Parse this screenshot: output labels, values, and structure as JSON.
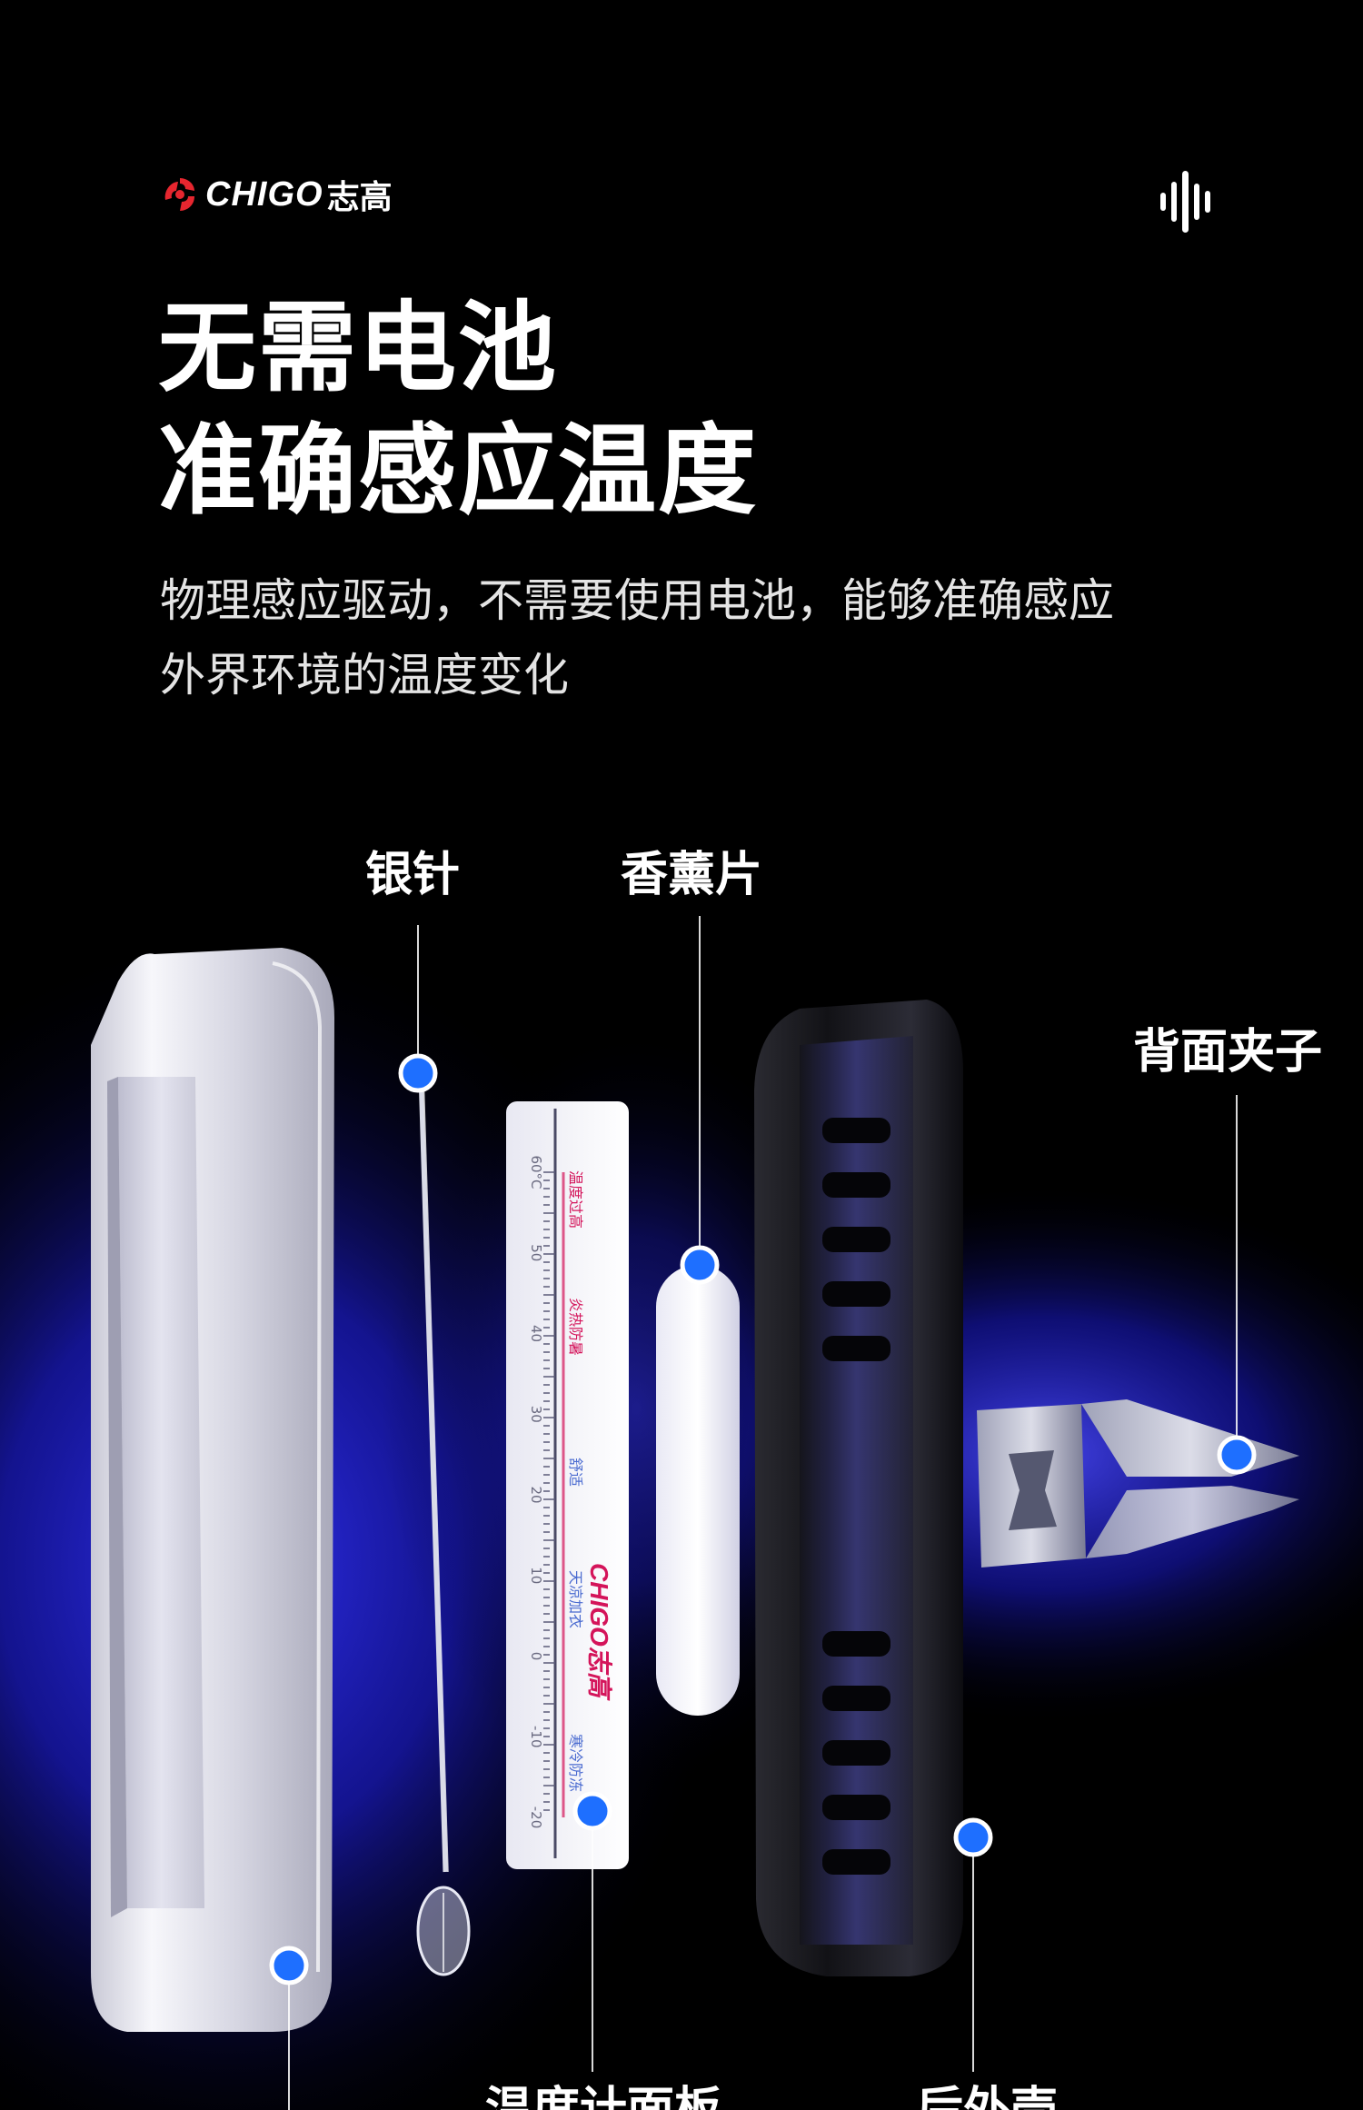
{
  "brand": {
    "logo_word": "CHIGO",
    "logo_cn": "志高",
    "accent_color": "#e6262f"
  },
  "header_icon": "sound-wave-icon",
  "headline": {
    "line1": "无需电池",
    "line2": "准确感应温度"
  },
  "description": {
    "line1": "物理感应驱动，不需要使用电池，能够准确感应",
    "line2": "外界环境的温度变化"
  },
  "labels": {
    "needle": "银针",
    "aroma": "香薰片",
    "clip": "背面夹子",
    "dial": "温度计面板",
    "back_shell": "后外壳"
  },
  "dial_card": {
    "scale": [
      "-20",
      "-10",
      "0",
      "10",
      "20",
      "30",
      "40",
      "50",
      "60°C"
    ],
    "zones": [
      "寒冷防冻",
      "天凉加衣",
      "舒适",
      "炎热防暑",
      "温度过高"
    ],
    "brand": "CHIGO志高"
  },
  "colors": {
    "glow": "#2b2bff",
    "dot": "#1e6fff",
    "frame": "#e8e8ef",
    "shell": "#1a1a1f"
  }
}
